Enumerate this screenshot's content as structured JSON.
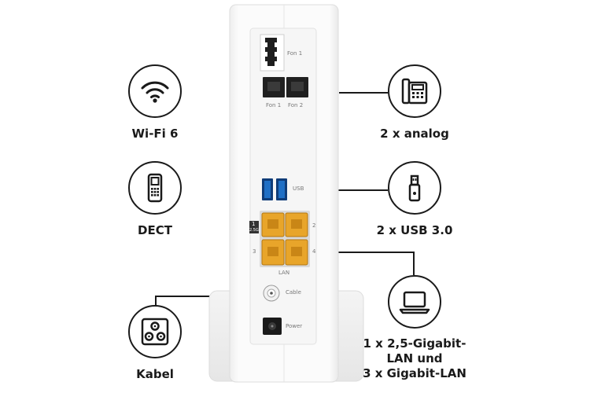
{
  "features": {
    "wifi": {
      "label": "Wi-Fi 6",
      "icon": "wifi-icon"
    },
    "dect": {
      "label": "DECT",
      "icon": "cordless-phone-icon"
    },
    "kabel": {
      "label": "Kabel",
      "icon": "coax-socket-icon"
    },
    "analog": {
      "label": "2 x analog",
      "icon": "desk-phone-icon"
    },
    "usb": {
      "label": "2 x USB 3.0",
      "icon": "usb-stick-icon"
    },
    "lan": {
      "lines": [
        "1 x 2,5-Gigabit-",
        "LAN und",
        "3 x Gigabit-LAN"
      ],
      "icon": "laptop-icon"
    }
  },
  "device": {
    "fon1_top": "Fon 1",
    "fon1": "Fon 1",
    "fon2": "Fon 2",
    "usb": "USB",
    "lan": "LAN",
    "port1": "1",
    "port1_badge": "2.5G",
    "port2": "2",
    "port3": "3",
    "port4": "4",
    "cable": "Cable",
    "power": "Power"
  },
  "colors": {
    "usb_port": "#1f6fc5",
    "lan_port": "#e8a52a",
    "line": "#1a1a1a"
  }
}
